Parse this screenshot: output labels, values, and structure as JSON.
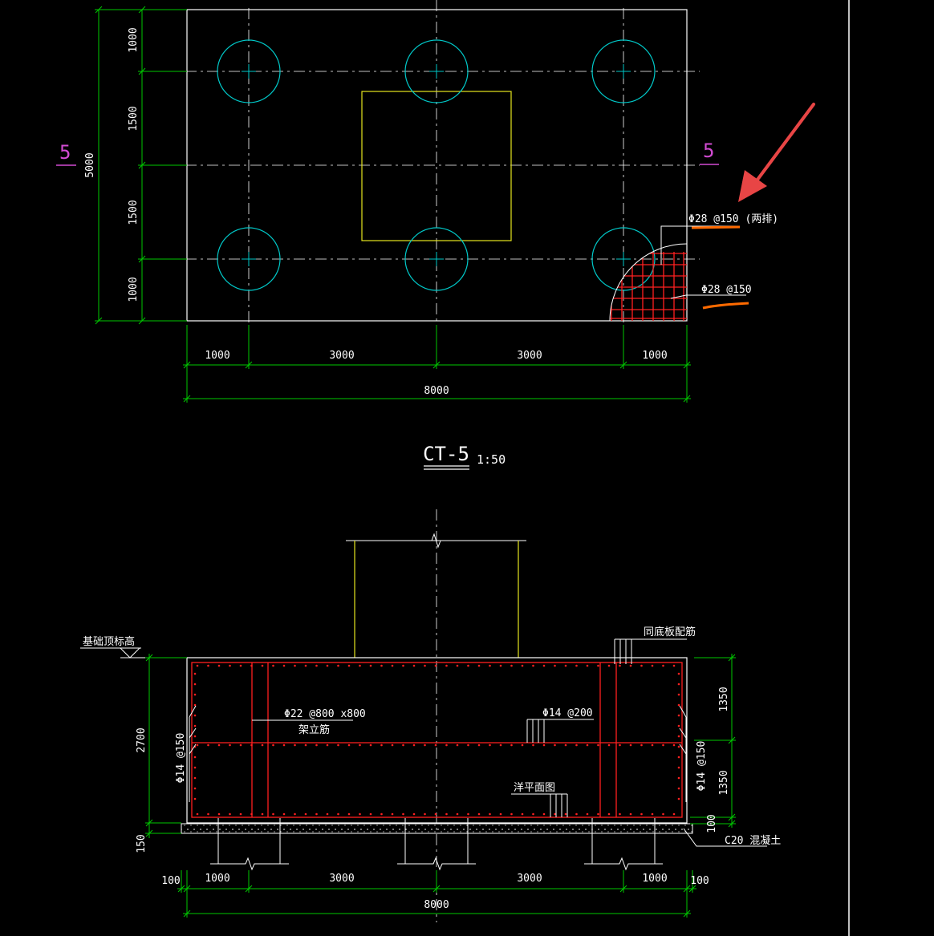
{
  "colors": {
    "background": "#000000",
    "outline": "#ffffff",
    "dimension": "#00c800",
    "pile": "#00c8c8",
    "column": "#e6e61e",
    "rebar": "#ff2020",
    "section_mark": "#d24bd2",
    "highlight": "#ff6a00",
    "arrow": "#e84545"
  },
  "plan": {
    "vertical_dims": [
      "1000",
      "1500",
      "1500",
      "1000"
    ],
    "vertical_total": "5000",
    "horizontal_dims": [
      "1000",
      "3000",
      "3000",
      "1000"
    ],
    "horizontal_total": "8000",
    "section_mark_left": "5",
    "section_mark_right": "5",
    "callout_top": "Φ28 @150 (两排)",
    "callout_bottom": "Φ28 @150"
  },
  "title": {
    "name": "CT-5",
    "scale": "1:50"
  },
  "section": {
    "elevation_label": "基础顶标高",
    "total_height": "2700",
    "side_bar_left": "Φ14 @150",
    "side_bar_right": "Φ14 @150",
    "right_dims": [
      "1350",
      "1350",
      "100"
    ],
    "left_bottom_dim": "150",
    "stirrup_label": "Φ22 @800 x800",
    "stirrup_sublabel": "架立筋",
    "horizontal_bar_label": "Φ14 @200",
    "top_note": "同底板配筋",
    "mid_note": "洋平面图",
    "concrete_label": "C20 混凝土",
    "bottom_dims": [
      "100",
      "1000",
      "3000",
      "3000",
      "1000",
      "100"
    ],
    "bottom_total": "8000"
  }
}
